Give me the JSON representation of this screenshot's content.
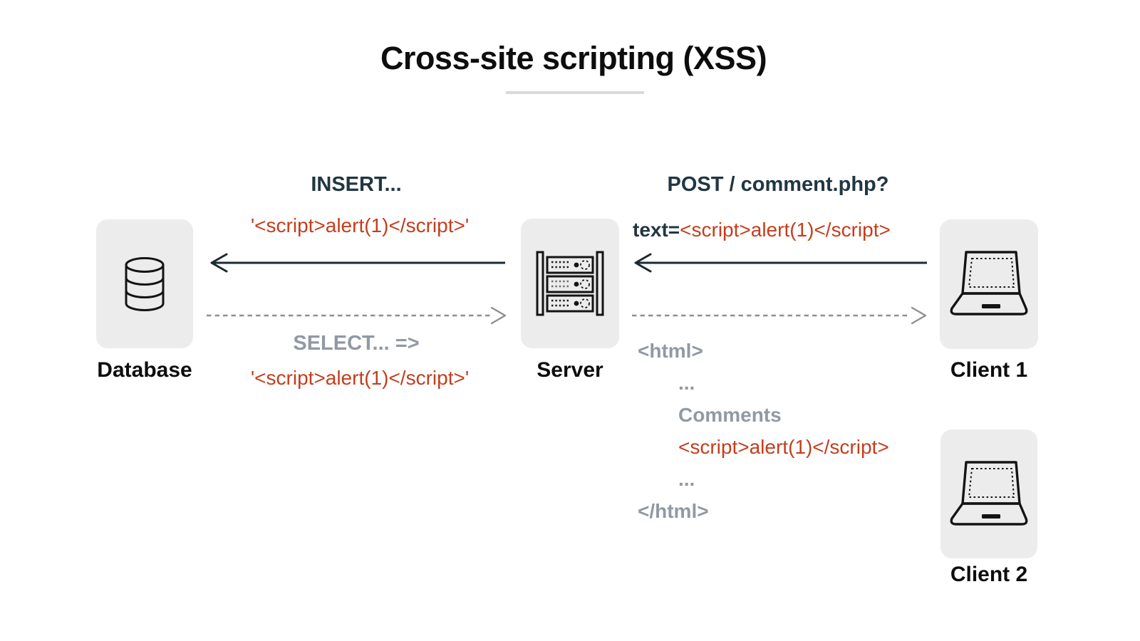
{
  "title": "Cross-site scripting (XSS)",
  "nodes": {
    "database": "Database",
    "server": "Server",
    "client1": "Client 1",
    "client2": "Client 2"
  },
  "left_flow": {
    "request_heading": "INSERT...",
    "request_payload": "'<script>alert(1)</script>'",
    "response_heading": "SELECT... =>",
    "response_payload": "'<script>alert(1)</script>'"
  },
  "right_flow": {
    "request_heading": "POST / comment.php?",
    "request_param": "text=",
    "request_payload": "<script>alert(1)</script>",
    "response_lines": [
      "<html>",
      "...",
      "Comments",
      "<script>alert(1)</script>",
      "...",
      "</html>"
    ]
  },
  "colors": {
    "payload_red": "#c33e1d",
    "heading_dark": "#213642",
    "muted_gray": "#9199a3",
    "node_bg": "#ececec",
    "arrow_dark": "#1b2a33",
    "arrow_gray": "#8f8f8f",
    "title_rule": "#d9d9d9"
  }
}
